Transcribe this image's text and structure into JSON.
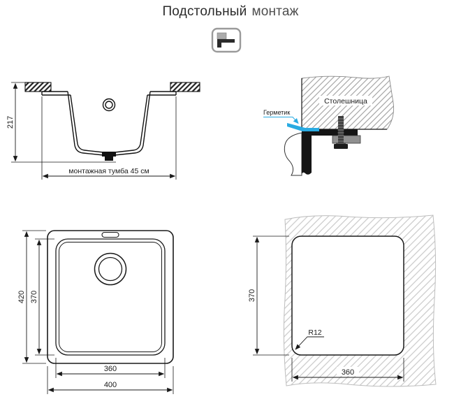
{
  "title": {
    "text_primary": "Подстольный",
    "text_secondary": "монтаж"
  },
  "cross_section": {
    "depth_dim": "217",
    "cabinet_dim": "монтажная тумба 45 см"
  },
  "mount_detail": {
    "sealant_label": "Герметик",
    "countertop_label": "Столешница"
  },
  "top_view": {
    "outer_height_dim": "420",
    "bowl_height_dim": "370",
    "bowl_width_dim": "360",
    "outer_width_dim": "400"
  },
  "cutout_view": {
    "height_dim": "370",
    "width_dim": "360",
    "corner_radius_dim": "R12"
  },
  "colors": {
    "sealant": "#29abe2",
    "line": "#1a1a1a"
  }
}
